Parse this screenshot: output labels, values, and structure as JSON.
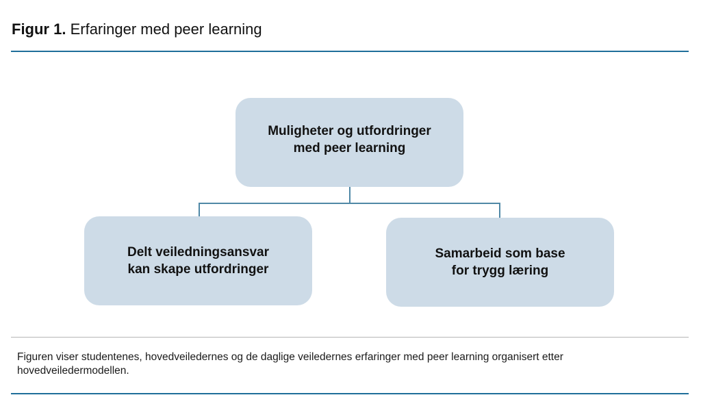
{
  "figure": {
    "label": "Figur 1.",
    "title": "Erfaringer med peer learning"
  },
  "diagram": {
    "root": {
      "text": "Muligheter og utfordringer\nmed peer learning"
    },
    "children": [
      {
        "text": "Delt veiledningsansvar\nkan skape utfordringer"
      },
      {
        "text": "Samarbeid som base\nfor trygg læring"
      }
    ]
  },
  "caption": "Figuren viser studentenes, hovedveiledernes og de daglige veiledernes erfaringer med peer learning organisert etter hovedveiledermodellen.",
  "colors": {
    "accent_rule": "#1f6e9a",
    "node_fill": "#cddbe7",
    "connector": "#4f88a6",
    "divider": "#b5b5b5"
  }
}
